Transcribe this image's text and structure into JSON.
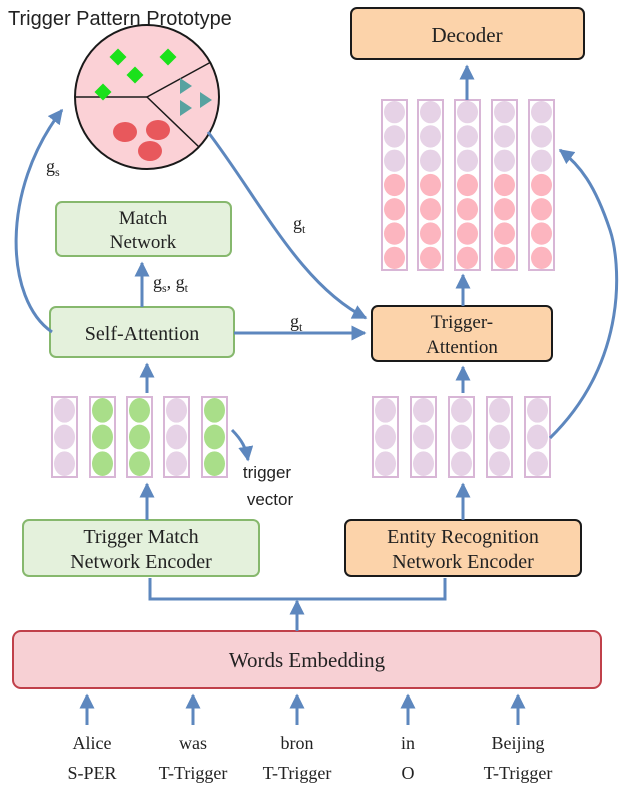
{
  "title": "Trigger Pattern Prototype",
  "decoder": "Decoder",
  "match_network": [
    "Match",
    "Network"
  ],
  "self_attention": "Self-Attention",
  "trigger_attention": [
    "Trigger-",
    "Attention"
  ],
  "trigger_match_encoder": [
    "Trigger Match",
    "Network Encoder"
  ],
  "entity_recognition_encoder": [
    "Entity Recognition",
    "Network Encoder"
  ],
  "words_embedding": "Words Embedding",
  "trigger_vector": [
    "trigger",
    "vector"
  ],
  "labels": {
    "gs_left": "gs",
    "gt_diag": "gt",
    "gs_gt": "gs, gt",
    "gt_mid": "gt"
  },
  "words": [
    {
      "word": "Alice",
      "tag": "S-PER"
    },
    {
      "word": "was",
      "tag": "T-Trigger"
    },
    {
      "word": "bron",
      "tag": "T-Trigger"
    },
    {
      "word": "in",
      "tag": "O"
    },
    {
      "word": "Beijing",
      "tag": "T-Trigger"
    }
  ],
  "colors": {
    "green_box_fill": "#e4f1dc",
    "green_box_stroke": "#86b86d",
    "orange_box_fill": "#fcd3aa",
    "orange_box_stroke": "#222222",
    "embed_fill": "#f7d0d4",
    "embed_stroke": "#c0404a",
    "arrow": "#5d87be",
    "circle_pink": "#e6d2e6",
    "circle_green": "#a9de89",
    "circle_red": "#fcb5bf",
    "proto_fill": "#fbd1d6",
    "proto_red": "#e8585c",
    "proto_green": "#1be11b",
    "proto_teal": "#57a2a0"
  }
}
